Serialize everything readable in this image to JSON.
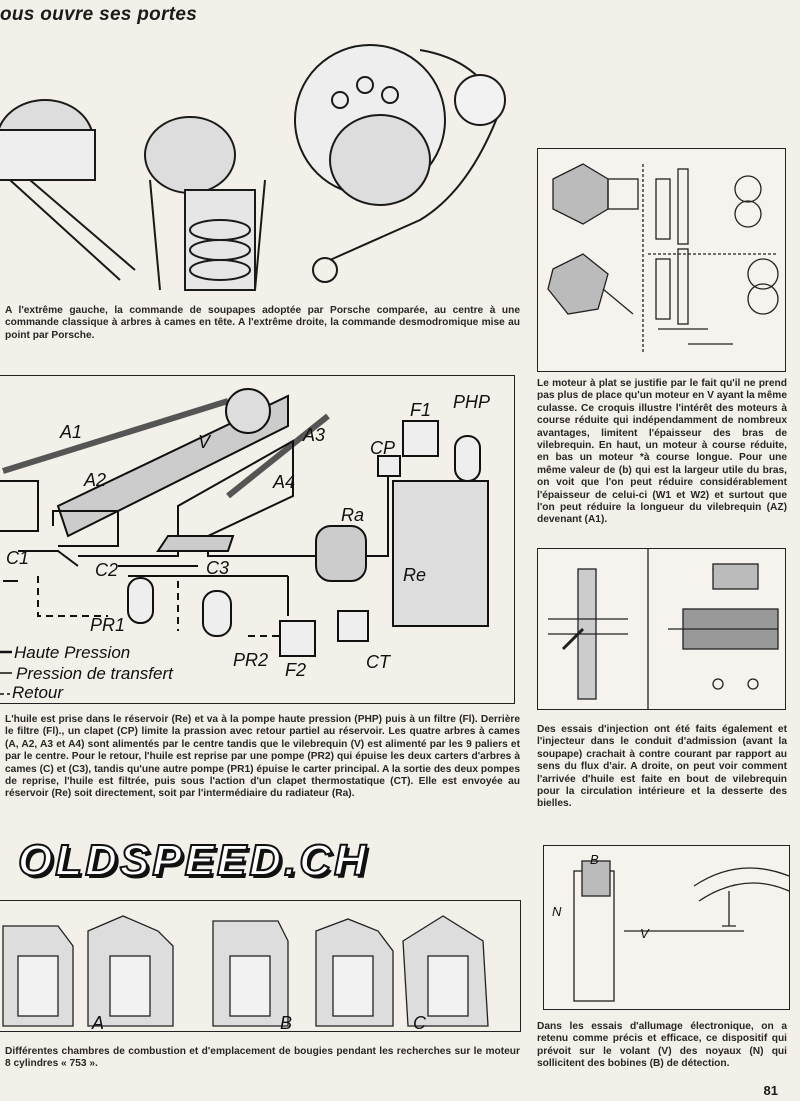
{
  "header": {
    "title": "ous ouvre ses portes"
  },
  "captions": {
    "valve_gear": "A l'extrême gauche, la commande de soupapes adoptée par Porsche comparée, au centre à une commande classique à arbres à cames en tête. A l'extrême droite, la commande desmodromique mise au point par Porsche.",
    "flat_engine": "Le moteur à plat se justifie par le fait qu'il ne prend pas plus de place qu'un moteur en V ayant la même culasse. Ce croquis illustre l'intérêt des moteurs à course réduite qui indépendamment de nombreux avantages, limitent l'épaisseur des bras de vilebrequin. En haut, un moteur à course réduite, en bas un moteur *à course longue. Pour une même valeur de (b) qui est la largeur utile du bras, on voit que l'on peut réduire considérablement l'épaisseur de celui-ci (W1 et W2) et surtout que l'on peut réduire la longueur du vilebrequin (AZ) devenant (A1).",
    "oil_circuit": "L'huile est prise dans le réservoir (Re) et va à la pompe haute pression (PHP) puis à un filtre (Fl). Derrière le filtre (Fl)., un clapet (CP) limite la prassion avec retour partiel au réservoir. Les quatre arbres à cames (A, A2, A3 et A4) sont alimentés par le centre tandis que le vilebrequin (V) est alimenté par les 9 paliers et par le centre. Pour le retour, l'huile est reprise par une pompe (PR2) qui épuise les deux carters d'arbres à cames (C) et (C3), tandis qu'une autre pompe (PR1) épuise le carter principal. A la sortie des deux pompes de reprise, l'huile est filtrée, puis sous l'action d'un clapet thermostatique (CT). Elle est envoyée au réservoir (Re) soit directement, soit par l'intermédiaire du radiateur (Ra).",
    "injection": "Des essais d'injection ont été faits également et l'injecteur dans le conduit d'admission (avant la soupape) crachait à contre courant par rapport au sens du flux d'air. A droite, on peut voir comment l'arrivée d'huile est faite en bout de vilebrequin pour la circulation intérieure et la desserte des bielles.",
    "combustion": "Différentes chambres de combustion et d'emplacement de bougies pendant les recherches sur le moteur 8 cylindres « 753 ».",
    "ignition": "Dans les essais d'allumage électronique, on a retenu comme précis et efficace, ce dispositif qui prévoit sur le volant (V) des noyaux (N) qui sollicitent des bobines (B) de détection."
  },
  "oil_diagram": {
    "labels": {
      "a1": "A1",
      "a2": "A2",
      "a3": "A3",
      "a4": "A4",
      "v": "V",
      "f1": "F1",
      "php": "PHP",
      "cp": "CP",
      "ra": "Ra",
      "re": "Re",
      "c1": "C1",
      "c2": "C2",
      "c3": "C3",
      "pr1": "PR1",
      "pr2": "PR2",
      "f2": "F2",
      "ct": "CT"
    },
    "legend": [
      "Haute Pression",
      "Pression de transfert",
      "Retour"
    ]
  },
  "combustion_labels": [
    "A",
    "B",
    "C"
  ],
  "ignition_labels": {
    "b": "B",
    "n": "N",
    "v": "V"
  },
  "logo": "OLDSPEED.CH",
  "page_number": "81"
}
